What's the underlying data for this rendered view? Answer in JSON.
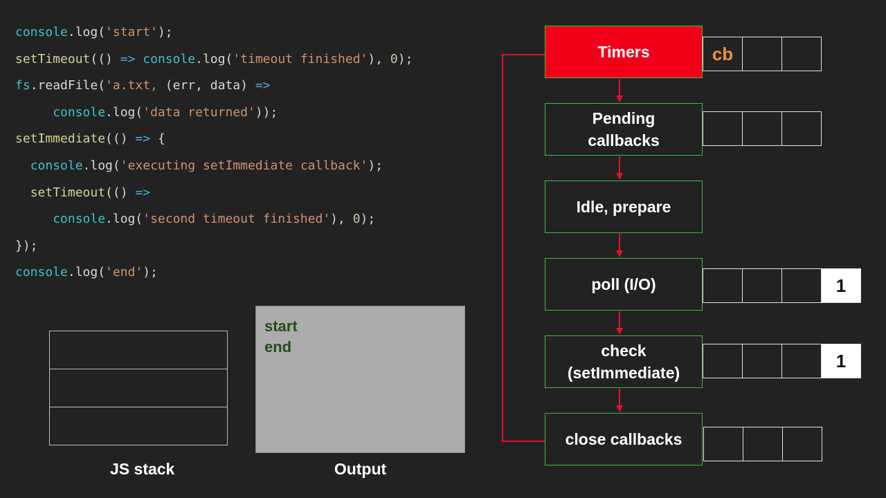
{
  "code_lines": [
    {
      "indent": "",
      "tokens": [
        {
          "t": "console",
          "c": "cyan"
        },
        {
          "t": ".log(",
          "c": "light"
        },
        {
          "t": "'start'",
          "c": "orange"
        },
        {
          "t": ");",
          "c": "light"
        }
      ]
    },
    {
      "indent": "",
      "tokens": [
        {
          "t": "setTimeout",
          "c": "yellow"
        },
        {
          "t": "(() ",
          "c": "light"
        },
        {
          "t": "=>",
          "c": "blue"
        },
        {
          "t": " ",
          "c": "light"
        },
        {
          "t": "console",
          "c": "cyan"
        },
        {
          "t": ".log(",
          "c": "light"
        },
        {
          "t": "'timeout finished'",
          "c": "orange"
        },
        {
          "t": "), ",
          "c": "light"
        },
        {
          "t": "0",
          "c": "num"
        },
        {
          "t": ");",
          "c": "light"
        }
      ]
    },
    {
      "indent": "",
      "tokens": [
        {
          "t": "fs",
          "c": "cyan"
        },
        {
          "t": ".readFile(",
          "c": "light"
        },
        {
          "t": "'a.txt, ",
          "c": "orange"
        },
        {
          "t": "(err, data) ",
          "c": "light"
        },
        {
          "t": "=>",
          "c": "blue"
        }
      ]
    },
    {
      "indent": "     ",
      "tokens": [
        {
          "t": "console",
          "c": "cyan"
        },
        {
          "t": ".log(",
          "c": "light"
        },
        {
          "t": "'data returned'",
          "c": "orange"
        },
        {
          "t": "));",
          "c": "light"
        }
      ]
    },
    {
      "indent": "",
      "tokens": [
        {
          "t": "setImmediate",
          "c": "yellow"
        },
        {
          "t": "(() ",
          "c": "light"
        },
        {
          "t": "=>",
          "c": "blue"
        },
        {
          "t": " {",
          "c": "light"
        }
      ]
    },
    {
      "indent": "  ",
      "tokens": [
        {
          "t": "console",
          "c": "cyan"
        },
        {
          "t": ".log(",
          "c": "light"
        },
        {
          "t": "'executing setImmediate callback'",
          "c": "orange"
        },
        {
          "t": ");",
          "c": "light"
        }
      ]
    },
    {
      "indent": "  ",
      "tokens": [
        {
          "t": "setTimeout",
          "c": "yellow"
        },
        {
          "t": "(() ",
          "c": "light"
        },
        {
          "t": "=>",
          "c": "blue"
        }
      ]
    },
    {
      "indent": "     ",
      "tokens": [
        {
          "t": "console",
          "c": "cyan"
        },
        {
          "t": ".log(",
          "c": "light"
        },
        {
          "t": "'second timeout finished'",
          "c": "orange"
        },
        {
          "t": "), ",
          "c": "light"
        },
        {
          "t": "0",
          "c": "num"
        },
        {
          "t": ");",
          "c": "light"
        }
      ]
    },
    {
      "indent": "",
      "tokens": [
        {
          "t": "});",
          "c": "light"
        }
      ]
    },
    {
      "indent": "",
      "tokens": [
        {
          "t": "console",
          "c": "cyan"
        },
        {
          "t": ".log(",
          "c": "light"
        },
        {
          "t": "'end'",
          "c": "orange"
        },
        {
          "t": ");",
          "c": "light"
        }
      ]
    }
  ],
  "js_stack": {
    "label": "JS stack"
  },
  "output": {
    "label": "Output",
    "lines": [
      "start",
      "end"
    ]
  },
  "phases": [
    {
      "name": "Timers",
      "lines": [
        "Timers"
      ],
      "active": true,
      "queue": [
        "cb",
        "",
        ""
      ]
    },
    {
      "name": "Pending callbacks",
      "lines": [
        "Pending",
        "callbacks"
      ],
      "active": false,
      "queue": [
        "",
        "",
        ""
      ]
    },
    {
      "name": "Idle, prepare",
      "lines": [
        "Idle, prepare"
      ],
      "active": false,
      "queue": []
    },
    {
      "name": "poll (I/O)",
      "lines": [
        "poll (I/O)"
      ],
      "active": false,
      "queue": [
        "",
        "",
        "",
        "1"
      ]
    },
    {
      "name": "check (setImmediate)",
      "lines": [
        "check",
        "(setImmediate)"
      ],
      "active": false,
      "queue": [
        "",
        "",
        "",
        "1"
      ]
    },
    {
      "name": "close callbacks",
      "lines": [
        "close callbacks"
      ],
      "active": false,
      "queue": [
        "",
        "",
        ""
      ]
    }
  ],
  "colors": {
    "background": "#222222",
    "active_phase": "#f2001a",
    "phase_border": "#3dbb3d",
    "arrow": "#e8102a",
    "output_bg": "#acacac",
    "output_text": "#1f4f14",
    "cb_text": "#ef8f3a"
  }
}
